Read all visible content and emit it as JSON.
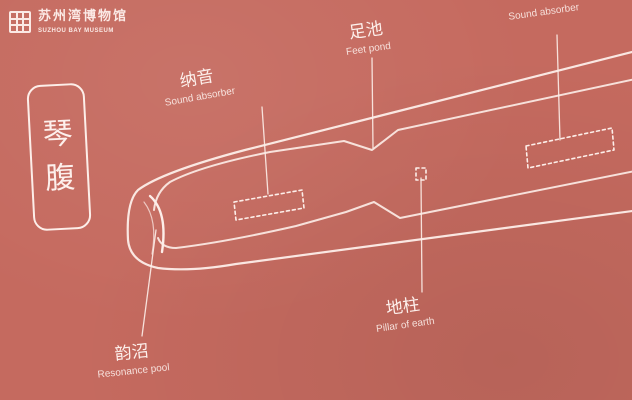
{
  "logo": {
    "name_cn": "苏州湾博物馆",
    "name_en": "SUZHOU BAY MUSEUM",
    "icon": "museum-seal-icon"
  },
  "title": {
    "char1": "琴",
    "char2": "腹"
  },
  "labels": {
    "sound_absorber_left": {
      "cn": "纳音",
      "en": "Sound absorber"
    },
    "feet_pond": {
      "cn": "足池",
      "en": "Feet pond"
    },
    "sound_absorber_right": {
      "en": "Sound absorber"
    },
    "pillar_of_earth": {
      "cn": "地柱",
      "en": "Pillar of earth"
    },
    "resonance_pool": {
      "cn": "韵沼",
      "en": "Resonance pool"
    }
  },
  "colors": {
    "background": "#c56a5f",
    "line": "#fdeee9"
  }
}
